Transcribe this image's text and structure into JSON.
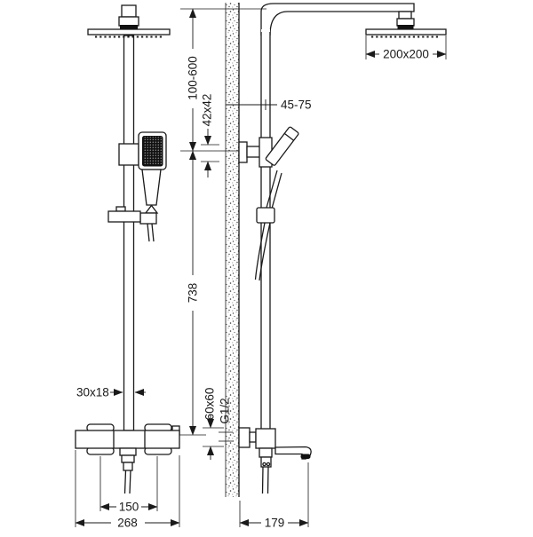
{
  "drawing": {
    "type": "shower-column-technical-drawing",
    "colors": {
      "line": "#1a1a1a",
      "background": "#ffffff",
      "spray_face": "#111111"
    },
    "dims": {
      "head_size": "200x200",
      "drop_height": "100-600",
      "bracket_plate": "42x42",
      "wall_offset": "45-75",
      "column_height": "738",
      "rail_profile": "30x18",
      "escutcheon_size": "60x60",
      "thread_size": "G1/2",
      "inlet_spacing": "150",
      "mixer_width": "268",
      "spout_reach": "179"
    }
  }
}
